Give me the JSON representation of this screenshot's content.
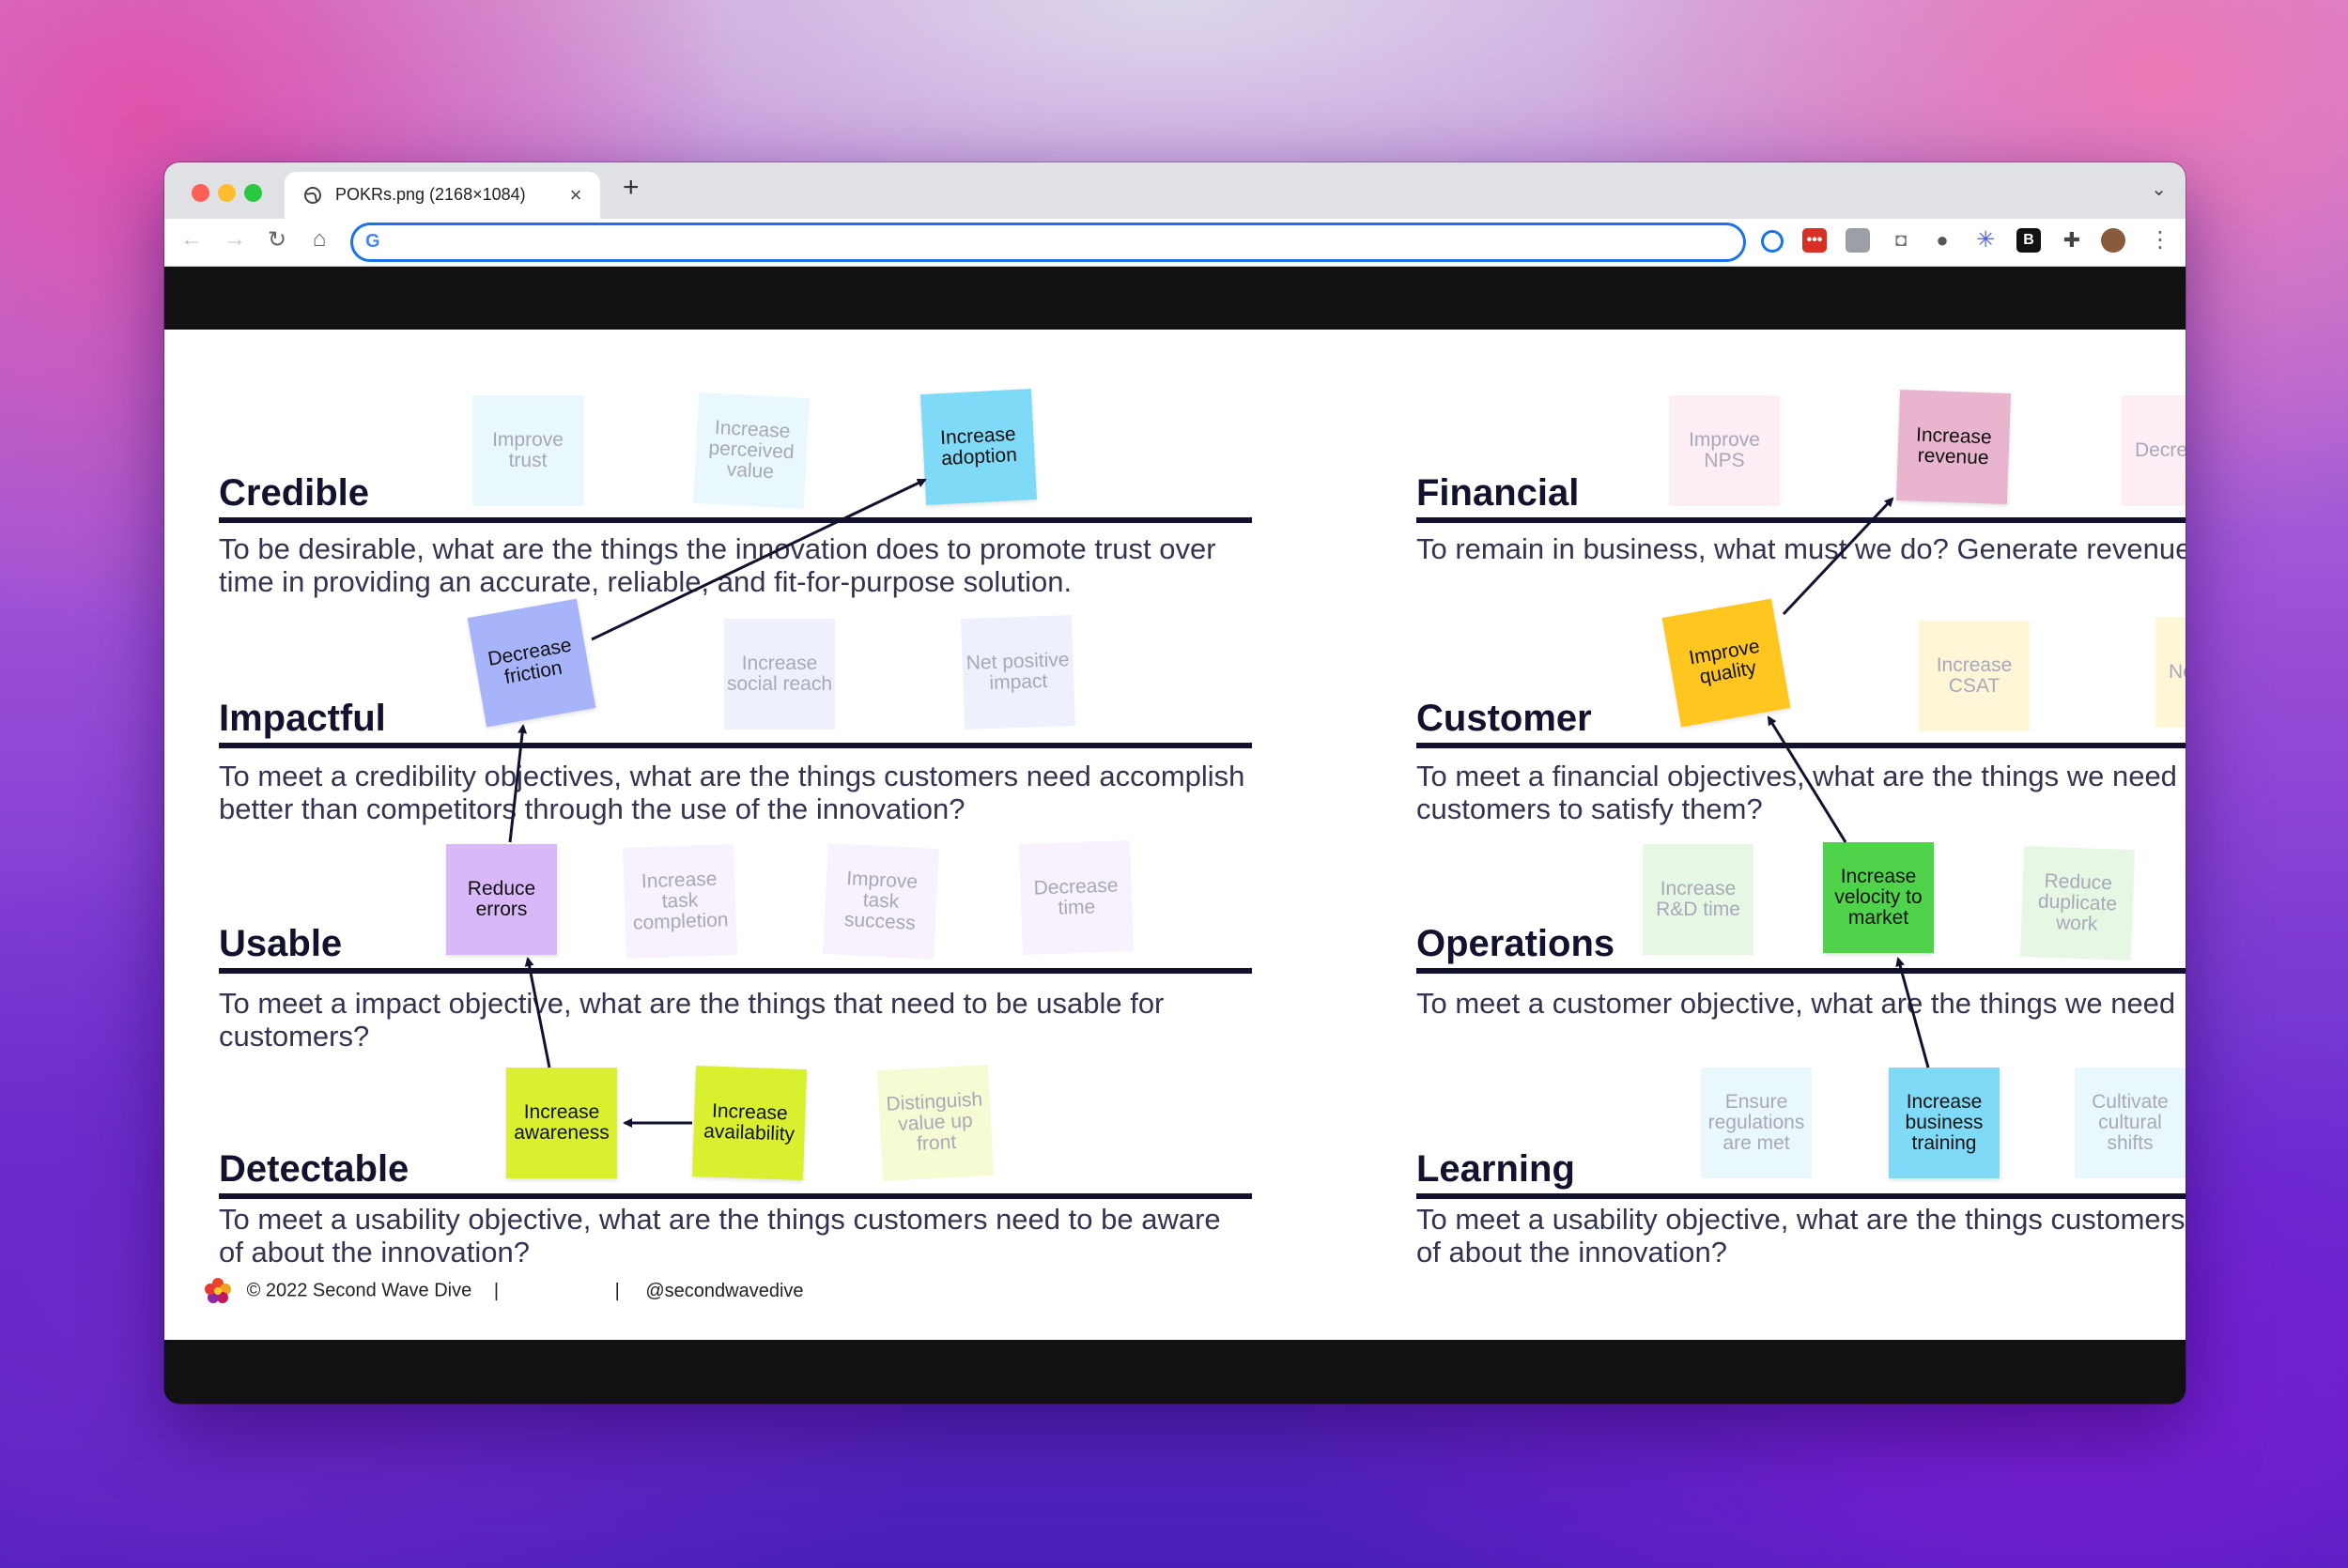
{
  "browser": {
    "tab_title": "POKRs.png (2168×1084)",
    "tab_close": "×",
    "new_tab": "+",
    "tab_menu": "⌄",
    "omnibox_value": "",
    "nav": {
      "back": "←",
      "forward": "→",
      "reload": "↻",
      "home": "⌂"
    },
    "menu": "⋮"
  },
  "slide": {
    "left": {
      "sections": [
        {
          "title": "Credible",
          "desc": "To be desirable, what are the things the innovation does to promote trust over time in providing an accurate, reliable, and fit-for-purpose solution."
        },
        {
          "title": "Impactful",
          "desc": "To meet a credibility objectives, what are the things customers need accomplish better than competitors through the use of the innovation?"
        },
        {
          "title": "Usable",
          "desc": "To meet a impact objective, what are the things that need to be usable for customers?"
        },
        {
          "title": "Detectable",
          "desc": "To meet a usability objective, what are the things customers need to be aware of about the innovation?"
        }
      ],
      "notes": {
        "improve_trust": "Improve trust",
        "increase_perceived_value": "Increase perceived value",
        "increase_adoption": "Increase adoption",
        "decrease_friction": "Decrease friction",
        "increase_social_reach": "Increase social reach",
        "net_positive_impact": "Net positive impact",
        "reduce_errors": "Reduce errors",
        "increase_task_completion": "Increase task completion",
        "improve_task_success": "Improve task success",
        "decrease_time": "Decrease time",
        "increase_awareness": "Increase awareness",
        "increase_availability": "Increase availability",
        "distinguish_value": "Distinguish value up front"
      }
    },
    "right": {
      "sections": [
        {
          "title": "Financial",
          "desc": "To remain in business, what must we do? Generate revenue"
        },
        {
          "title": "Customer",
          "desc": "To meet a financial objectives, what are the things we need customers to satisfy them?"
        },
        {
          "title": "Operations",
          "desc": "To meet a customer objective, what are the things we need"
        },
        {
          "title": "Learning",
          "desc": "To meet a usability objective, what are the things customers of about the innovation?"
        }
      ],
      "notes": {
        "improve_nps": "Improve NPS",
        "increase_revenue": "Increase revenue",
        "decrease_cost": "Decre cos",
        "improve_quality": "Improve quality",
        "increase_csat": "Increase CSAT",
        "ne": "Ne",
        "increase_rd_time": "Increase R&D time",
        "increase_velocity": "Increase velocity to market",
        "reduce_duplicate": "Reduce duplicate work",
        "ensure_regulations": "Ensure regulations are met",
        "increase_training": "Increase business training",
        "cultivate_shifts": "Cultivate cultural shifts"
      }
    },
    "footer": {
      "copyright": "© 2022 Second Wave Dive",
      "sep1": "|",
      "sep2": "|",
      "handle": "@secondwavedive"
    }
  },
  "colors": {
    "navy": "#12122e",
    "sticky_cyan": "#7fdaf7",
    "sticky_blue": "#a8b4fa",
    "sticky_purple": "#d8b8f8",
    "sticky_lime": "#d9f02e",
    "sticky_pink": "#e9b4cd",
    "sticky_yellow": "#ffc61f",
    "sticky_green": "#4fd34a",
    "omnibox_focus": "#1a73e8"
  },
  "icons": [
    "globe-icon",
    "close-icon",
    "plus-icon",
    "chevron-down-icon",
    "back-icon",
    "forward-icon",
    "reload-icon",
    "home-icon",
    "google-icon",
    "extension-icons",
    "puzzle-icon",
    "avatar",
    "menu-icon",
    "flower-logo"
  ]
}
